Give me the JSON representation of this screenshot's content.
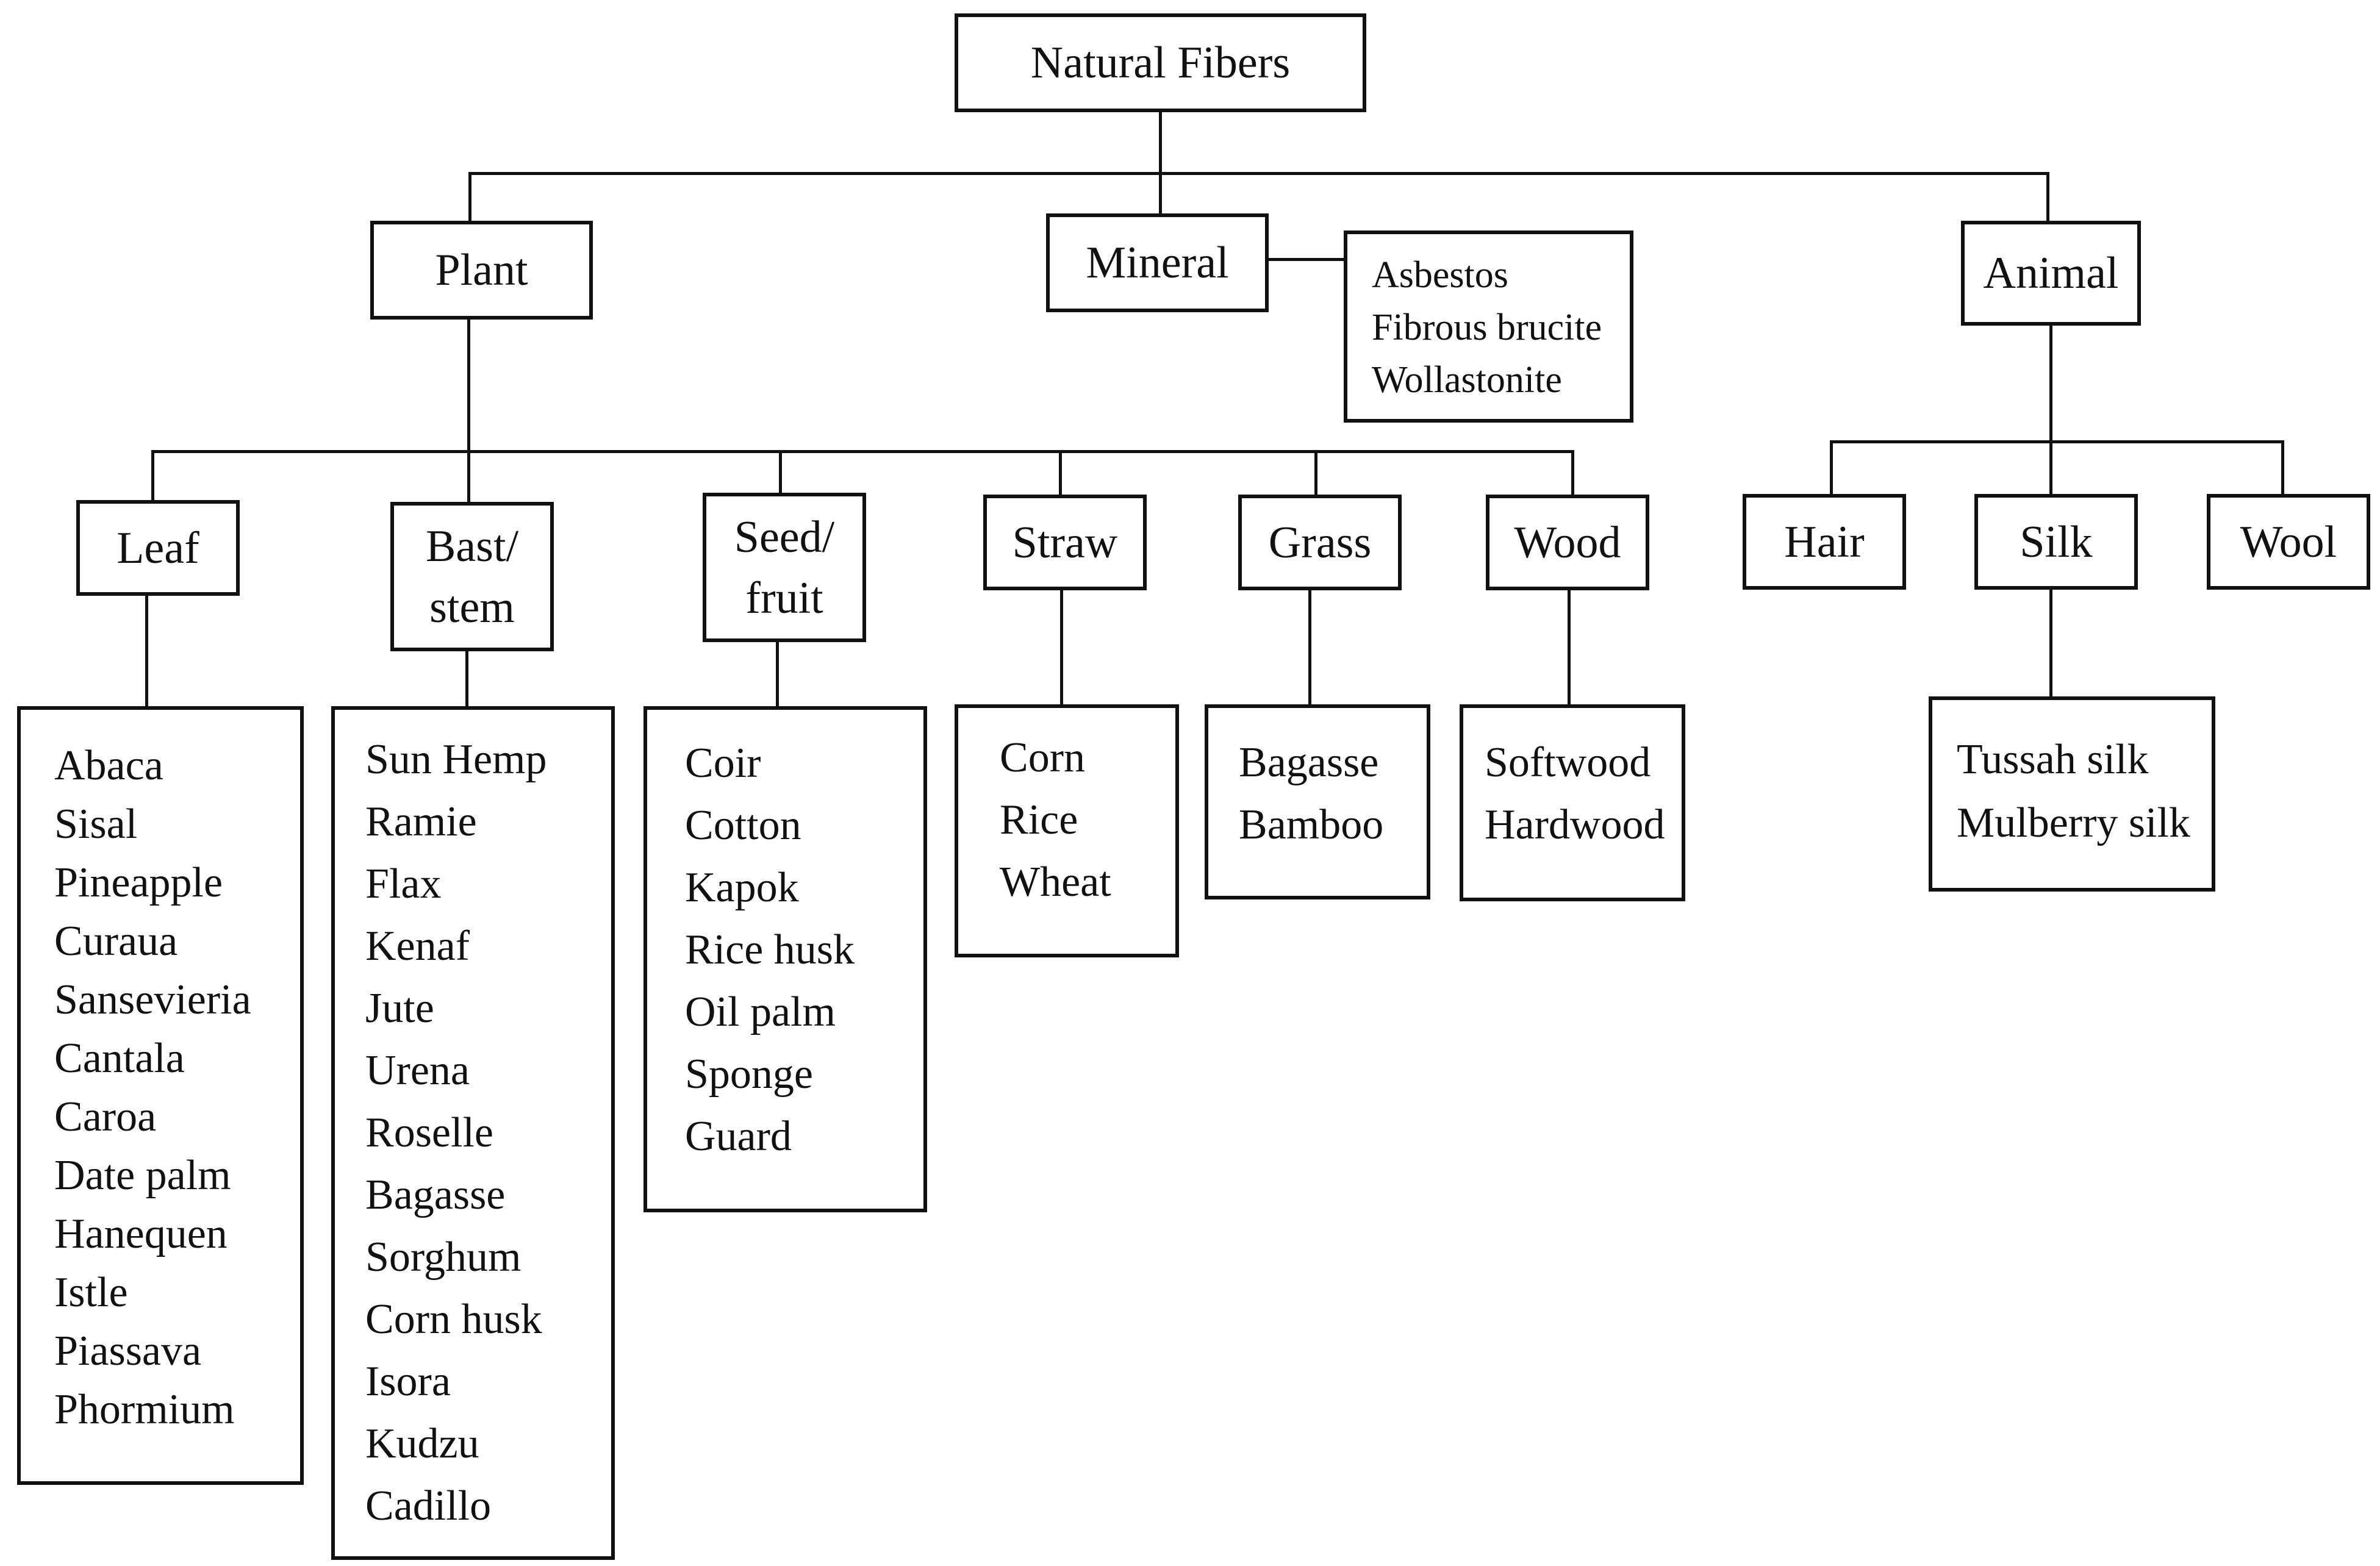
{
  "root": {
    "label": "Natural Fibers"
  },
  "categories": {
    "plant": {
      "label": "Plant"
    },
    "mineral": {
      "label": "Mineral",
      "items": [
        "Asbestos",
        "Fibrous brucite",
        "Wollastonite"
      ]
    },
    "animal": {
      "label": "Animal"
    }
  },
  "plant_types": {
    "leaf": {
      "label": "Leaf",
      "items": [
        "Abaca",
        "Sisal",
        "Pineapple",
        "Curaua",
        "Sansevieria",
        "Cantala",
        "Caroa",
        "Date palm",
        "Hanequen",
        "Istle",
        "Piassava",
        "Phormium"
      ]
    },
    "bast": {
      "label_1": "Bast/",
      "label_2": "stem",
      "items": [
        "Sun Hemp",
        "Ramie",
        "Flax",
        "Kenaf",
        "Jute",
        "Urena",
        "Roselle",
        "Bagasse",
        "Sorghum",
        "Corn husk",
        "Isora",
        "Kudzu",
        "Cadillo"
      ]
    },
    "seed": {
      "label_1": "Seed/",
      "label_2": "fruit",
      "items": [
        "Coir",
        "Cotton",
        "Kapok",
        "Rice husk",
        "Oil palm",
        "Sponge",
        "Guard"
      ]
    },
    "straw": {
      "label": "Straw",
      "items": [
        "Corn",
        "Rice",
        "Wheat"
      ]
    },
    "grass": {
      "label": "Grass",
      "items": [
        "Bagasse",
        "Bamboo"
      ]
    },
    "wood": {
      "label": "Wood",
      "items": [
        "Softwood",
        "Hardwood"
      ]
    }
  },
  "animal_types": {
    "hair": {
      "label": "Hair"
    },
    "silk": {
      "label": "Silk",
      "items": [
        "Tussah silk",
        "Mulberry silk"
      ]
    },
    "wool": {
      "label": "Wool"
    }
  }
}
